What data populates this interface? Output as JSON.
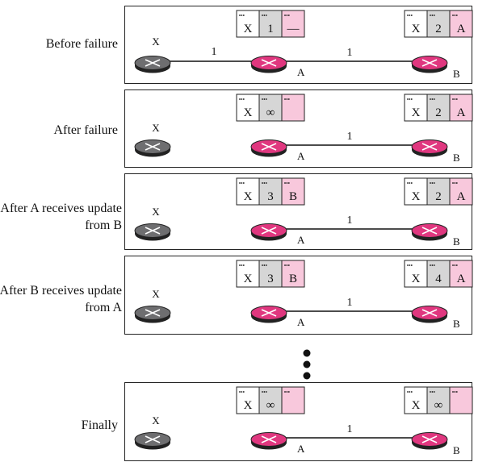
{
  "stages": [
    {
      "label": "Before failure",
      "tableA": {
        "dest": "X",
        "cost": "1",
        "next": "—"
      },
      "tableB": {
        "dest": "X",
        "cost": "2",
        "next": "A"
      },
      "linkXA": true,
      "costXA": "1",
      "costAB": "1"
    },
    {
      "label": "After failure",
      "tableA": {
        "dest": "X",
        "cost": "∞",
        "next": ""
      },
      "tableB": {
        "dest": "X",
        "cost": "2",
        "next": "A"
      },
      "linkXA": false,
      "costXA": "",
      "costAB": "1"
    },
    {
      "label": "After A receives update from B",
      "tableA": {
        "dest": "X",
        "cost": "3",
        "next": "B"
      },
      "tableB": {
        "dest": "X",
        "cost": "2",
        "next": "A"
      },
      "linkXA": false,
      "costXA": "",
      "costAB": "1"
    },
    {
      "label": "After B receives update from A",
      "tableA": {
        "dest": "X",
        "cost": "3",
        "next": "B"
      },
      "tableB": {
        "dest": "X",
        "cost": "4",
        "next": "A"
      },
      "linkXA": false,
      "costXA": "",
      "costAB": "1"
    },
    {
      "label": "Finally",
      "tableA": {
        "dest": "X",
        "cost": "∞",
        "next": ""
      },
      "tableB": {
        "dest": "X",
        "cost": "∞",
        "next": ""
      },
      "linkXA": false,
      "costXA": "",
      "costAB": "1"
    }
  ],
  "routers": {
    "x": "X",
    "a": "A",
    "b": "B"
  },
  "ellipsis_dots": 3,
  "colors": {
    "router_x": "#6e6e70",
    "router_ab": "#e0377f",
    "cell_dest": "#ffffff",
    "cell_cost": "#d6d6d6",
    "cell_next": "#f8c8dc",
    "border": "#222222"
  }
}
